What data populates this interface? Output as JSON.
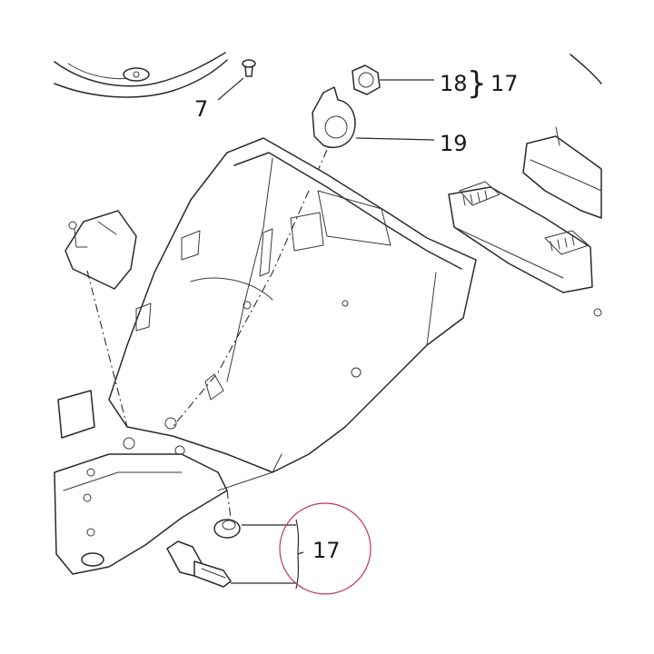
{
  "callouts": {
    "part_7": "7",
    "part_18": "18",
    "part_18_group": "17",
    "part_19": "19",
    "kit_17": "17"
  },
  "colors": {
    "line": "#2a2a2a",
    "highlight_circle": "#c0394b"
  }
}
